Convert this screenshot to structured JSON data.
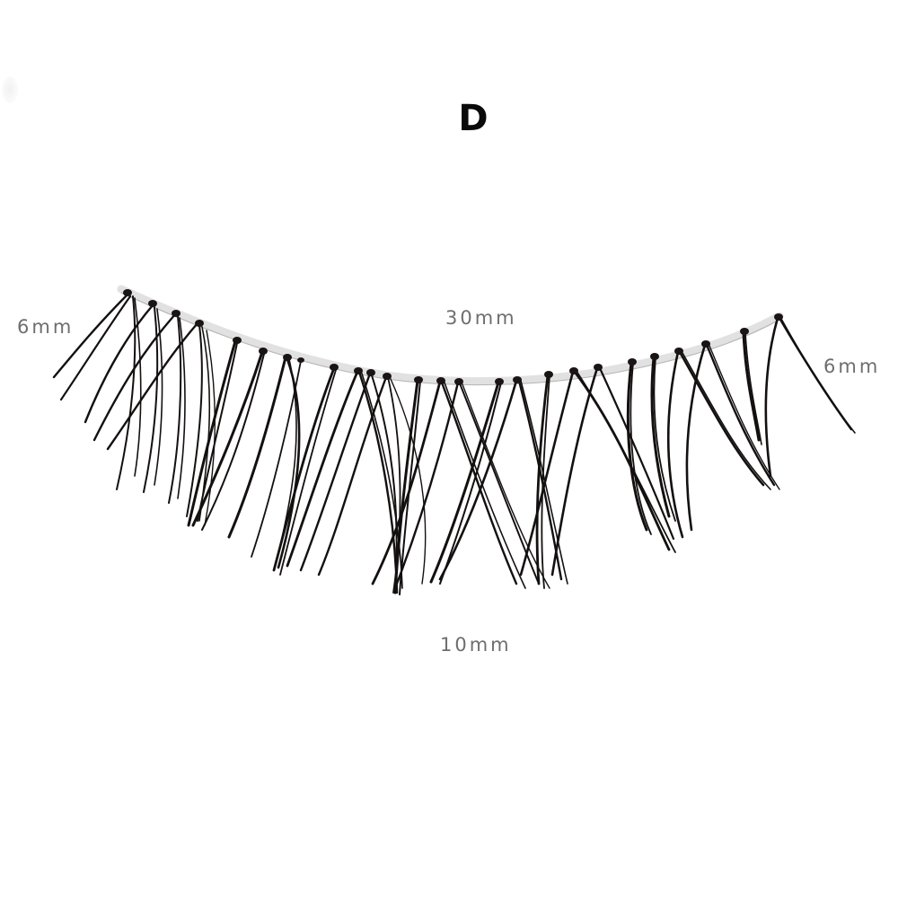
{
  "product": {
    "style_letter": "D",
    "subject": "false-eyelash-strip"
  },
  "dimensions": {
    "left_outer_length": "6mm",
    "band_width": "30mm",
    "right_outer_length": "6mm",
    "center_length": "10mm"
  },
  "colors": {
    "background": "#ffffff",
    "lash": "#141010",
    "band": "#d8d8d8",
    "label_text": "#6e6e6e",
    "title_text": "#0a0a0a"
  }
}
